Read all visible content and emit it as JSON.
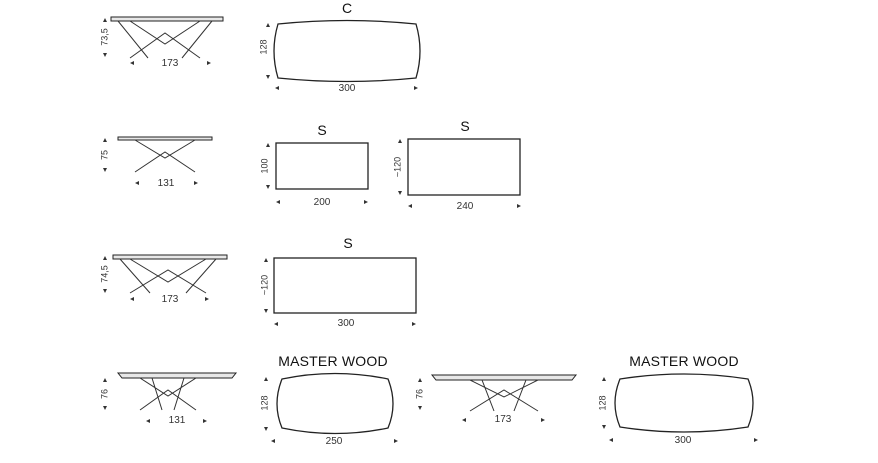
{
  "rows": [
    {
      "elevation": {
        "height": "73,5",
        "width": "173"
      },
      "plans": [
        {
          "title": "C",
          "depth": "128",
          "length": "300"
        }
      ]
    },
    {
      "elevation": {
        "height": "75",
        "width": "131"
      },
      "plans": [
        {
          "title": "S",
          "depth": "100",
          "length": "200"
        },
        {
          "title": "S",
          "depth": "~120",
          "length": "240"
        }
      ]
    },
    {
      "elevation": {
        "height": "74,5",
        "width": "173"
      },
      "plans": [
        {
          "title": "S",
          "depth": "~120",
          "length": "300"
        }
      ]
    },
    {
      "elevation": {
        "height": "76",
        "width": "131"
      },
      "plans": [
        {
          "title": "MASTER WOOD",
          "depth": "128",
          "length": "250"
        }
      ]
    },
    {
      "elevation": {
        "height": "76",
        "width": "173"
      },
      "plans": [
        {
          "title": "MASTER WOOD",
          "depth": "128",
          "length": "300"
        }
      ]
    }
  ]
}
